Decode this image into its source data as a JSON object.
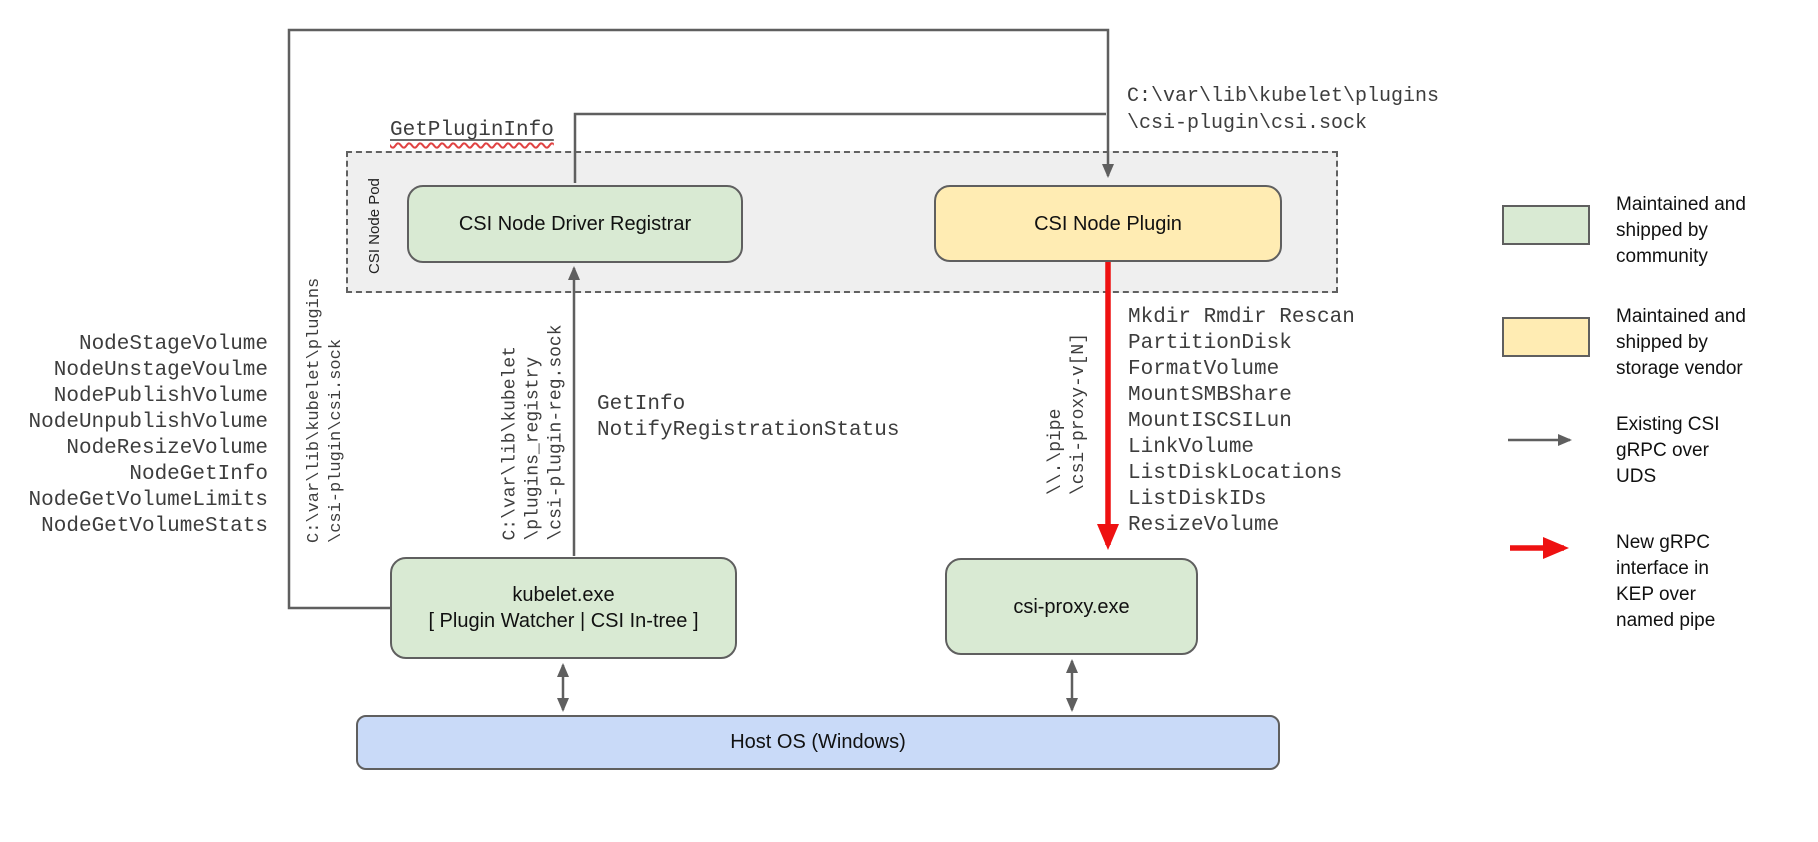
{
  "boxes": {
    "pod_label": "CSI Node Pod",
    "registrar": "CSI Node Driver Registrar",
    "plugin": "CSI Node Plugin",
    "kubelet": "kubelet.exe\n[ Plugin Watcher | CSI In-tree ]",
    "csi_proxy": "csi-proxy.exe",
    "host_os": "Host OS (Windows)"
  },
  "annotations": {
    "get_plugin_info": "GetPluginInfo",
    "csi_sock_path_top": "C:\\var\\lib\\kubelet\\plugins\n\\csi-plugin\\csi.sock",
    "csi_sock_path_left": "C:\\var\\lib\\kubelet\\plugins\n\\csi-plugin\\csi.sock",
    "registration_sock_path": "C:\\var\\lib\\kubelet\n\\plugins_registry\n\\csi-plugin-reg.sock",
    "named_pipe": "\\\\.\\pipe\n\\csi-proxy-v[N]",
    "registration_calls": "GetInfo\nNotifyRegistrationStatus"
  },
  "node_csi_calls": [
    "NodeStageVolume",
    "NodeUnstageVoulme",
    "NodePublishVolume",
    "NodeUnpublishVolume",
    "NodeResizeVolume",
    "NodeGetInfo",
    "NodeGetVolumeLimits",
    "NodeGetVolumeStats"
  ],
  "proxy_calls": [
    "Mkdir Rmdir Rescan",
    "PartitionDisk",
    "FormatVolume",
    "MountSMBShare",
    "MountISCSILun",
    "LinkVolume",
    "ListDiskLocations",
    "ListDiskIDs",
    "ResizeVolume"
  ],
  "legend": [
    {
      "swatch": "green-box",
      "label": "Maintained and\nshipped by\ncommunity"
    },
    {
      "swatch": "yellow-box",
      "label": "Maintained and\nshipped by\nstorage vendor"
    },
    {
      "swatch": "gray-arrow",
      "label": "Existing CSI\ngRPC over\nUDS"
    },
    {
      "swatch": "red-arrow",
      "label": "New gRPC\ninterface in\nKEP over\nnamed pipe"
    }
  ],
  "colors": {
    "community_green": "#d9ead3",
    "vendor_yellow": "#ffecb3",
    "host_blue": "#c9daf8",
    "pod_gray": "#efefef",
    "line_gray": "#5f5f5f",
    "arrow_red": "#ee1111"
  }
}
